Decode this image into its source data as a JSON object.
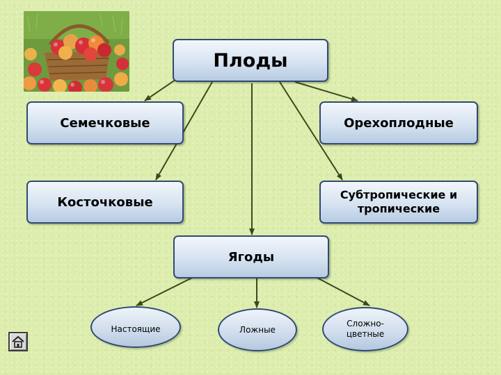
{
  "diagram": {
    "root": "Плоды",
    "categories": {
      "pome": "Семечковые",
      "nut": "Орехоплодные",
      "stone": "Косточковые",
      "tropical_line1": "Субтропические и",
      "tropical_line2": "тропические",
      "berries": "Ягоды"
    },
    "berry_types": {
      "true_berry": "Настоящие",
      "false_berry": "Ложные",
      "compound_line1": "Сложно-",
      "compound_line2": "цветные"
    }
  },
  "colors": {
    "background": "#dcedad",
    "box_border": "#2f4a73",
    "arrow": "#3a4a1e"
  }
}
